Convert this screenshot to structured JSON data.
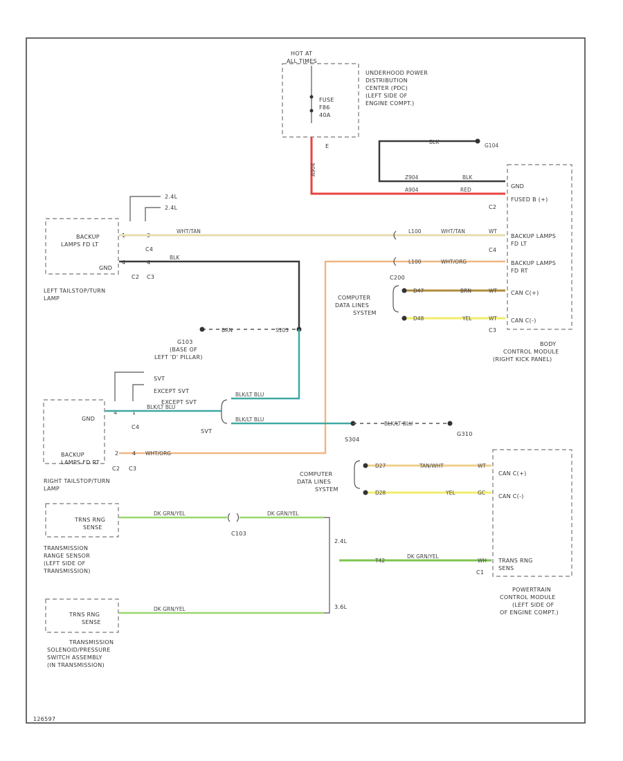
{
  "fuse_box": {
    "hot_at": [
      "HOT AT",
      "ALL TIMES"
    ],
    "name": [
      "UNDERHOOD POWER",
      "DISTRIBUTION",
      "CENTER (PDC)",
      "(LEFT SIDE OF",
      "ENGINE COMPT.)"
    ],
    "fuse": [
      "FUSE",
      "F86",
      "40A"
    ],
    "pin": "E"
  },
  "bcm": {
    "name": [
      "BODY",
      "CONTROL MODULE",
      "(RIGHT KICK PANEL)"
    ],
    "pins": {
      "gnd": "GND",
      "fused_b": "FUSED B (+)",
      "backup_lt": [
        "BACKUP LAMPS",
        "FD LT"
      ],
      "backup_rt": [
        "BACKUP LAMPS",
        "FD RT"
      ],
      "can_h": "CAN C(+)",
      "can_l": "CAN C(-)"
    },
    "connectors": {
      "c2": "C2",
      "c4": "C4",
      "c3": "C3"
    },
    "can_label": [
      "COMPUTER",
      "DATA LINES",
      "SYSTEM"
    ],
    "wires": {
      "gnd_1": "Z904",
      "gnd_2": "BLK",
      "gnd_top": "BLK",
      "gnd_splice": "G104",
      "fused": "A904",
      "fused_color": "RED",
      "backup_lt": "L100",
      "backup_lt_color": "WHT/TAN",
      "backup_lt_pin": "WT",
      "backup_rt": "L100",
      "backup_rt_color": "WHT/ORG",
      "can_h_circ": "D47",
      "can_h_color": "BRN",
      "can_h_pin": "WT",
      "can_l_circ": "D48",
      "can_l_color": "YEL",
      "can_l_pin": "WT"
    },
    "c200": "C200"
  },
  "left_tail": {
    "pins": {
      "backup": [
        "BACKUP",
        "LAMPS FD LT"
      ],
      "gnd": "GND"
    },
    "name": [
      "LEFT TAILSTOP/TURN",
      "LAMP"
    ],
    "conn": {
      "c4a": "C4",
      "c2": "C2",
      "c3": "C3",
      "p1": "1",
      "p3": "3",
      "p4": "4"
    },
    "variants": [
      "2.4L",
      "2.4L"
    ],
    "wires": {
      "backup": "WHT/TAN",
      "gnd": "BLK"
    }
  },
  "g103": {
    "name": [
      "G103",
      "(BASE OF",
      "LEFT 'D' PILLAR)"
    ],
    "wire": "BRN",
    "splice": "S103"
  },
  "right_tail": {
    "pins": {
      "gnd": "GND",
      "backup": [
        "BACKUP",
        "LAMPS FD RT"
      ]
    },
    "name": [
      "RIGHT TAILSTOP/TURN",
      "LAMP"
    ],
    "conn": {
      "c4": "C4",
      "c2": "C2",
      "c3": "C3",
      "p1": "1",
      "p2": "2",
      "p4": "4"
    },
    "variants": {
      "svt": "SVT",
      "except_svt_a": "EXCEPT SVT",
      "except_svt_b": "EXCEPT SVT",
      "svt_b": "SVT"
    },
    "wires": {
      "gnd_a": "BLK/LT BLU",
      "gnd_b": "BLK/LT BLU",
      "gnd_c": "BLK/LT BLU",
      "backup": "WHT/ORG"
    },
    "splice": "S304",
    "ground": {
      "wire": "BLK/LT BLU",
      "name": "G310"
    }
  },
  "pcm": {
    "name": [
      "POWERTRAIN",
      "CONTROL MODULE",
      "(LEFT SIDE OF",
      "OF ENGINE COMPT.)"
    ],
    "pins": {
      "can_h": "CAN C(+)",
      "can_l": "CAN C(-)",
      "trans": [
        "TRANS RNG",
        "SENS"
      ]
    },
    "conn": "C1",
    "can_label": [
      "COMPUTER",
      "DATA LINES",
      "SYSTEM"
    ],
    "wires": {
      "can_h_circ": "D27",
      "can_h_color": "TAN/WHT",
      "can_h_pin": "WT",
      "can_l_circ": "D28",
      "can_l_color": "YEL",
      "can_l_pin": "GC",
      "trans_circ": "T42",
      "trans_color": "DK GRN/YEL",
      "trans_pin": "WH"
    }
  },
  "trs": {
    "pin": [
      "TRNS RNG",
      "SENSE"
    ],
    "name": [
      "TRANSMISSION",
      "RANGE SENSOR",
      "(LEFT SIDE OF",
      "TRANSMISSION)"
    ],
    "wire_a": "DK GRN/YEL",
    "wire_b": "DK GRN/YEL",
    "conn": "C103",
    "variant": "2.4L"
  },
  "tss": {
    "pin": [
      "TRNS RNG",
      "SENSE"
    ],
    "name": [
      "TRANSMISSION",
      "SOLENOID/PRESSURE",
      "SWITCH ASSEMBLY",
      "(IN TRANSMISSION)"
    ],
    "wire": "DK GRN/YEL",
    "variant": "3.6L"
  },
  "footer": "126597",
  "colors": {
    "red": "#e8423f",
    "black": "#3a3a3a",
    "tan": "#e6dcb0",
    "orange": "#f0b682",
    "brown": "#b08a3a",
    "yellow": "#f2ec6a",
    "teal": "#3fa8a2",
    "green": "#9ad66a",
    "tanwht": "#f0cf8c"
  }
}
